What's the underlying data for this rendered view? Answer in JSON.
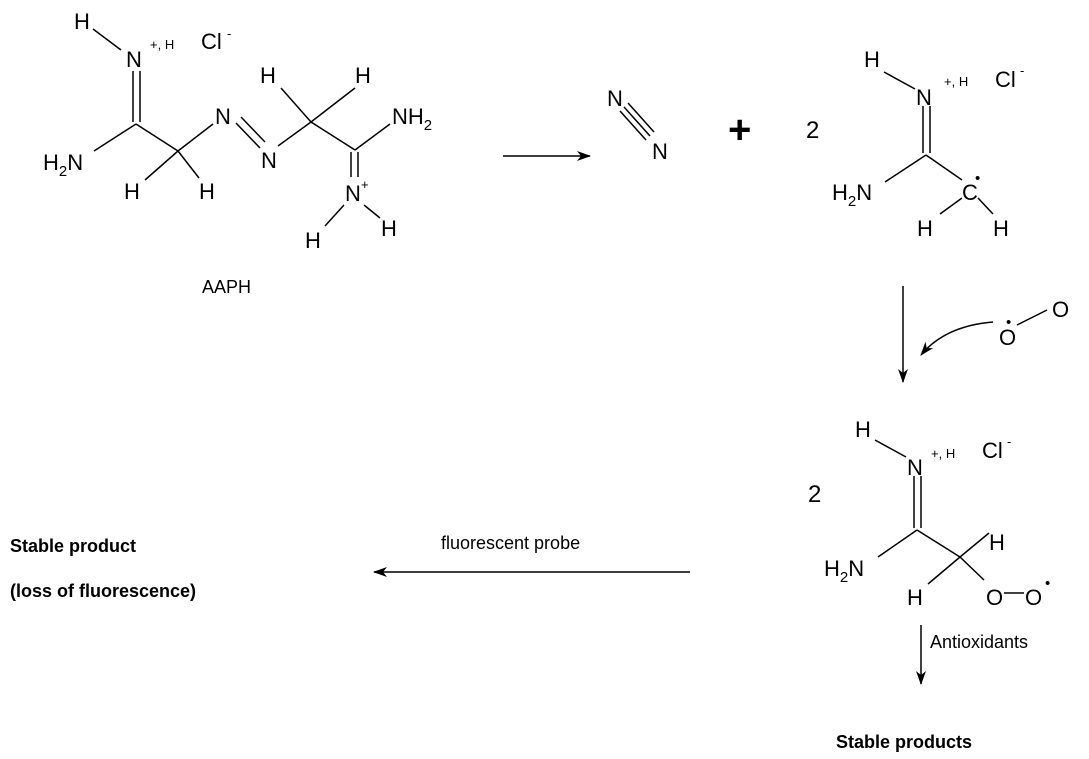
{
  "aaph": {
    "caption": "AAPH",
    "top_h": "H",
    "imine_n": "N",
    "charge_h": "+, H",
    "chloride": "Cl",
    "chloride_charge": "-",
    "h2n_h": "H",
    "h2n_sub": "2",
    "h2n_n": "N",
    "ch_h1": "H",
    "ch_h2": "H",
    "azo_n1": "N",
    "azo_n2": "N",
    "ch2_h1": "H",
    "ch2_h2": "H",
    "nh2_n": "NH",
    "nh2_sub": "2",
    "nplus_n": "N",
    "nplus_charge": "+",
    "nplus_h1": "H",
    "nplus_h2": "H"
  },
  "nitrogen": {
    "n1": "N",
    "n2": "N"
  },
  "plus_sign": "+",
  "radical": {
    "coefficient": "2",
    "top_h": "H",
    "imine_n": "N",
    "charge_h": "+, H",
    "chloride": "Cl",
    "chloride_charge": "-",
    "h2n_h": "H",
    "h2n_sub": "2",
    "h2n_n": "N",
    "carbon": "C",
    "radical_dot": "•",
    "ch_h1": "H",
    "ch_h2": "H"
  },
  "oxygen": {
    "o1": "O",
    "o2": "O",
    "radical_dot": "•"
  },
  "peroxyl": {
    "coefficient": "2",
    "top_h": "H",
    "imine_n": "N",
    "charge_h": "+, H",
    "chloride": "Cl",
    "chloride_charge": "-",
    "h2n_h": "H",
    "h2n_sub": "2",
    "h2n_n": "N",
    "ch_h1": "H",
    "ch_h2": "H",
    "o1": "O",
    "o2": "O",
    "radical_dot": "•"
  },
  "reaction_labels": {
    "fluorescent_probe": "fluorescent probe",
    "antioxidants": "Antioxidants"
  },
  "products": {
    "stable_product": "Stable product",
    "loss_of_fluorescence": "(loss of fluorescence)",
    "stable_products": "Stable products"
  }
}
